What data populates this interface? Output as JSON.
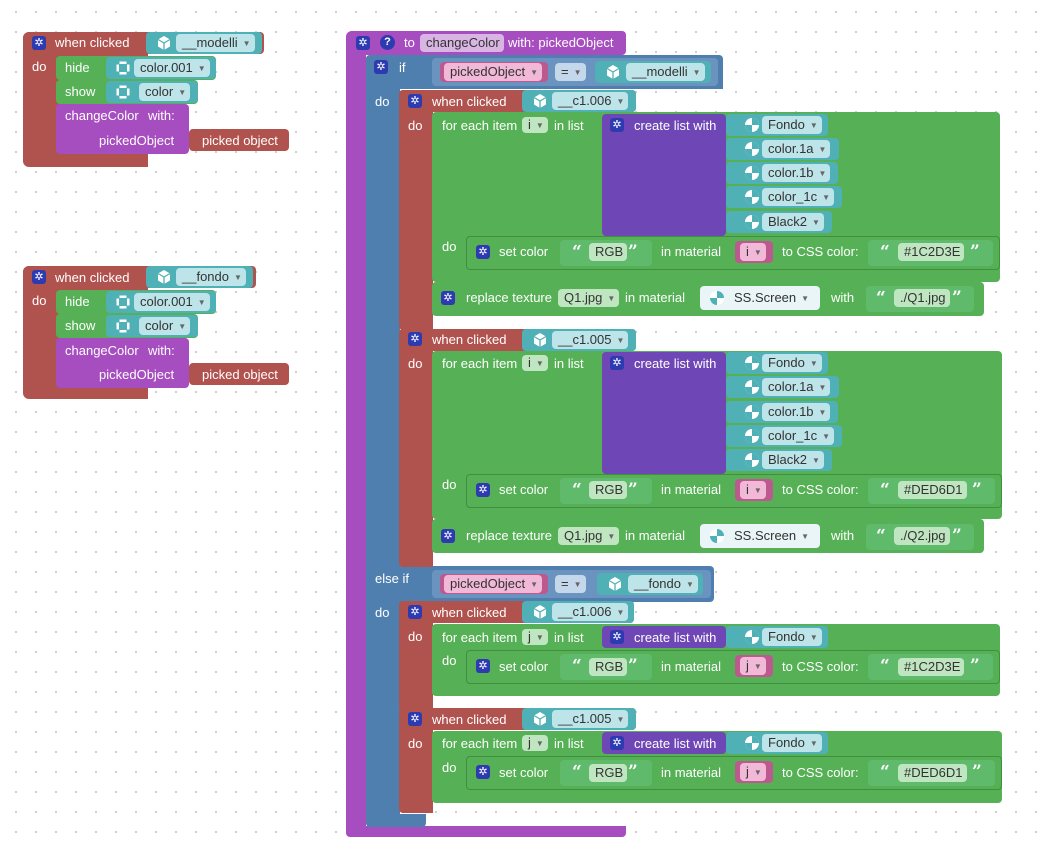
{
  "colors": {
    "event": "#b0524e",
    "logic": "#4f7fae",
    "procedure": "#a64dbf",
    "loop": "#56b156",
    "object": "#4fb0b6",
    "list": "#6f46b5",
    "variable": "#bc5a8f"
  },
  "block1": {
    "event": "when clicked",
    "object": "__modelli",
    "do": "do",
    "hide": "hide",
    "hide_obj": "color.001",
    "show": "show",
    "show_obj": "color",
    "call": "changeColor",
    "with": "with:",
    "param": "pickedObject",
    "arg": "picked object"
  },
  "block2": {
    "event": "when clicked",
    "object": "__fondo",
    "do": "do",
    "hide": "hide",
    "hide_obj": "color.001",
    "show": "show",
    "show_obj": "color",
    "call": "changeColor",
    "with": "with:",
    "param": "pickedObject",
    "arg": "picked object"
  },
  "proc": {
    "to": "to",
    "name": "changeColor",
    "with": "with: pickedObject",
    "if": "if",
    "elseif": "else if",
    "do": "do",
    "cond1": {
      "var": "pickedObject",
      "op": "=",
      "obj": "__modelli"
    },
    "cond2": {
      "var": "pickedObject",
      "op": "=",
      "obj": "__fondo"
    },
    "sections": [
      {
        "event": "when clicked",
        "object": "__c1.006",
        "do": "do",
        "foreach": "for each item",
        "item": "i",
        "inlist": "in list",
        "create": "create list with",
        "materials": [
          "Fondo",
          "color.1a",
          "color.1b",
          "color_1c",
          "Black2"
        ],
        "setcolor": "set color",
        "rgb": "RGB",
        "inmaterial": "in material",
        "css": "to CSS color:",
        "color": "#1C2D3E",
        "replace": "replace texture",
        "texture": "Q1.jpg",
        "screen": "SS.Screen",
        "with": "with",
        "file": "./Q1.jpg"
      },
      {
        "event": "when clicked",
        "object": "__c1.005",
        "do": "do",
        "foreach": "for each item",
        "item": "i",
        "inlist": "in list",
        "create": "create list with",
        "materials": [
          "Fondo",
          "color.1a",
          "color.1b",
          "color_1c",
          "Black2"
        ],
        "setcolor": "set color",
        "rgb": "RGB",
        "inmaterial": "in material",
        "css": "to CSS color:",
        "color": "#DED6D1",
        "replace": "replace texture",
        "texture": "Q1.jpg",
        "screen": "SS.Screen",
        "with": "with",
        "file": "./Q2.jpg"
      },
      {
        "event": "when clicked",
        "object": "__c1.006",
        "do": "do",
        "foreach": "for each item",
        "item": "j",
        "inlist": "in list",
        "create": "create list with",
        "materials": [
          "Fondo"
        ],
        "setcolor": "set color",
        "rgb": "RGB",
        "inmaterial": "in material",
        "css": "to CSS color:",
        "color": "#1C2D3E"
      },
      {
        "event": "when clicked",
        "object": "__c1.005",
        "do": "do",
        "foreach": "for each item",
        "item": "j",
        "inlist": "in list",
        "create": "create list with",
        "materials": [
          "Fondo"
        ],
        "setcolor": "set color",
        "rgb": "RGB",
        "inmaterial": "in material",
        "css": "to CSS color:",
        "color": "#DED6D1"
      }
    ]
  }
}
